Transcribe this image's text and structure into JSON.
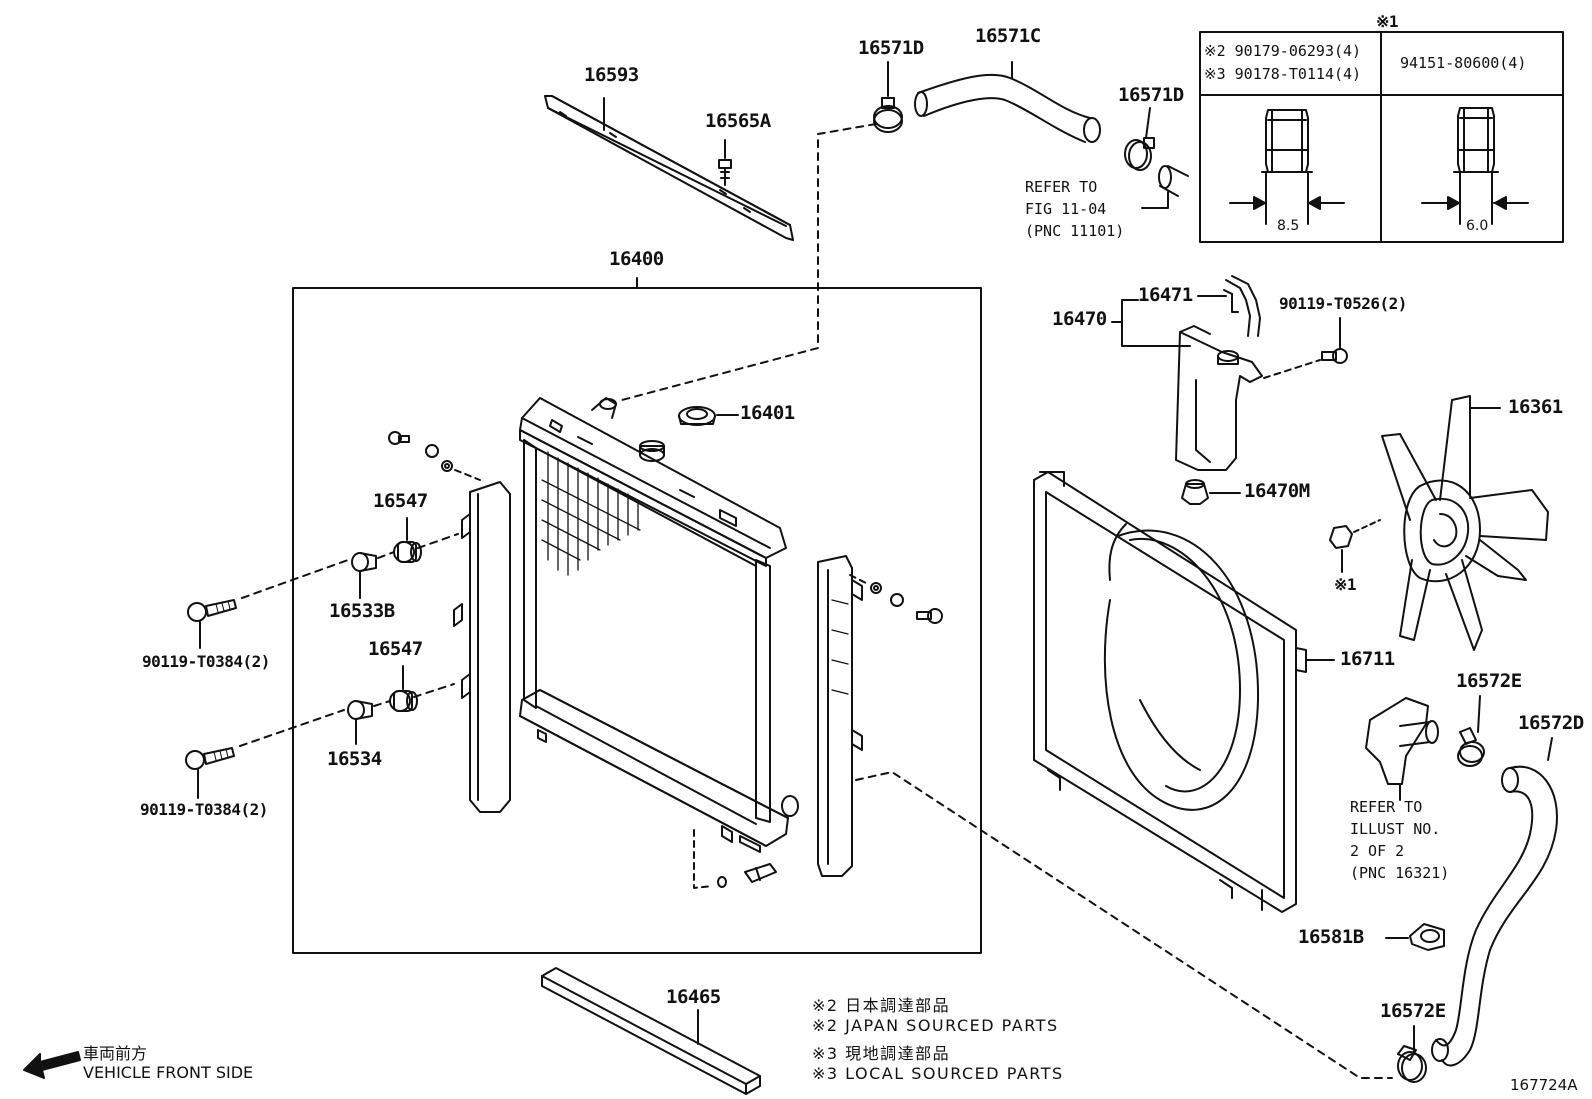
{
  "callouts": {
    "c16593": "16593",
    "c16565A": "16565A",
    "c16571D_a": "16571D",
    "c16571C": "16571C",
    "c16571D_b": "16571D",
    "c16400": "16400",
    "c16401": "16401",
    "c16547_a": "16547",
    "c16533B": "16533B",
    "c16547_b": "16547",
    "c16534": "16534",
    "c90119_a": "90119-T0384(2)",
    "c90119_b": "90119-T0384(2)",
    "c16470": "16470",
    "c16471": "16471",
    "c90119_T0526": "90119-T0526(2)",
    "c16470M": "16470M",
    "c16361": "16361",
    "c16711": "16711",
    "c16572E_a": "16572E",
    "c16572D": "16572D",
    "c16581B": "16581B",
    "c16572E_b": "16572E",
    "c16465": "16465",
    "mark1_fan": "※1"
  },
  "refs": {
    "refer_fig": "REFER TO\nFIG 11-04\n(PNC 11101)",
    "refer_illust": "REFER TO\nILLUST NO.\n2 OF 2\n(PNC 16321)"
  },
  "nut_table": {
    "mark": "※1",
    "left_line1": "※2 90179-06293(4)",
    "left_line2": "※3 90178-T0114(4)",
    "right_header": "94151-80600(4)",
    "left_dim": "8.5",
    "right_dim": "6.0"
  },
  "legend": {
    "line1": "※2 日本調達部品",
    "line2": "※2 JAPAN SOURCED PARTS",
    "line3": "※3 現地調達部品",
    "line4": "※3 LOCAL SOURCED PARTS"
  },
  "direction": {
    "jp": "車両前方",
    "en": "VEHICLE FRONT SIDE"
  },
  "figure_id": "167724A"
}
